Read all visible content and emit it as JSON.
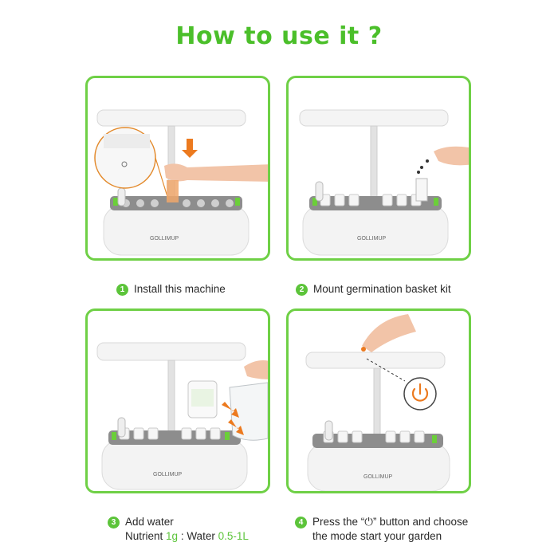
{
  "title": "How to use it ?",
  "brand": "GOLLIMUP",
  "accent_color": "#5cc43a",
  "steps": [
    {
      "number": "1",
      "text": "Install this machine"
    },
    {
      "number": "2",
      "text": "Mount germination basket kit"
    },
    {
      "number": "3",
      "text": "Add water",
      "nutrient_label": "Nutrient ",
      "nutrient_value": "1g",
      "water_label": " : Water ",
      "water_value": "0.5-1L"
    },
    {
      "number": "4",
      "line1_before": "Press the “",
      "power_symbol": "⏻",
      "line1_after": "” button and choose",
      "line2": "the mode start your garden"
    }
  ]
}
